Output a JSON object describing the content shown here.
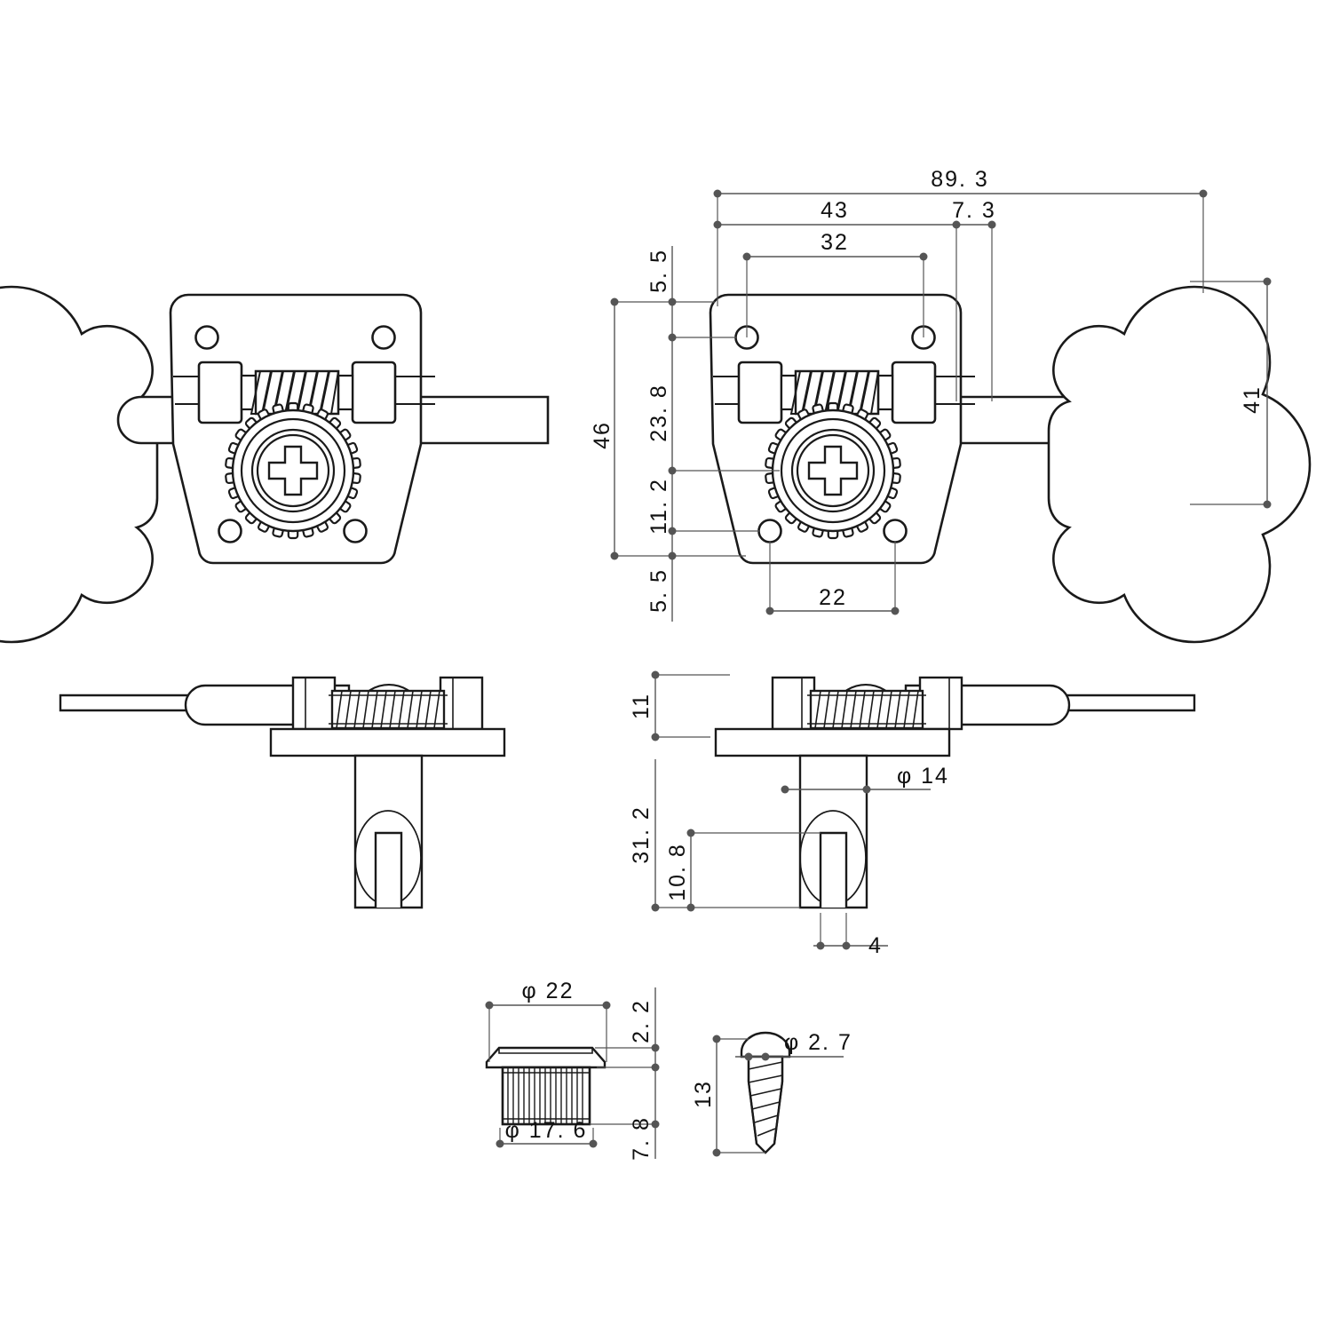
{
  "drawing": {
    "title": "Bass guitar machine head (tuning machine) technical drawing",
    "units": "mm",
    "line_color": "#1a1a1a",
    "dim_color": "#555555",
    "background": "#ffffff"
  },
  "views": {
    "front_left": {
      "name": "front-view-left-hand",
      "label": ""
    },
    "front_right": {
      "name": "front-view-right-hand",
      "label": ""
    },
    "side_left": {
      "name": "side-view-left-hand",
      "label": ""
    },
    "side_right": {
      "name": "side-view-right-hand",
      "label": ""
    },
    "bushing": {
      "name": "bushing-detail",
      "label": ""
    },
    "screw": {
      "name": "mounting-screw-detail",
      "label": ""
    }
  },
  "dimensions": {
    "overall_width": "89. 3",
    "plate_to_post": "43",
    "screw_hole_pitch_top": "32",
    "gap_7_3": "7. 3",
    "knob_height": "41",
    "plate_total_height": "46",
    "top_margin": "5. 5",
    "bottom_margin": "5. 5",
    "top_to_shaft": "23. 8",
    "shaft_to_lower_hole": "11. 2",
    "screw_hole_pitch_bottom": "22",
    "gear_stack_height": "11",
    "post_length_total": "31. 2",
    "post_slot_depth": "10. 8",
    "slot_width": "4",
    "post_diameter": "φ 14",
    "bushing_flange_dia": "φ 22",
    "bushing_flange_thk": "2. 2",
    "bushing_body_dia": "φ 17. 6",
    "bushing_body_height": "7. 8",
    "screw_length": "13",
    "screw_diameter": "φ 2. 7"
  },
  "icons": {
    "dim_dot": "dimension-dot",
    "gear": "worm-gear-icon",
    "worm": "worm-screw-icon",
    "phillips": "phillips-screw-head-icon"
  }
}
